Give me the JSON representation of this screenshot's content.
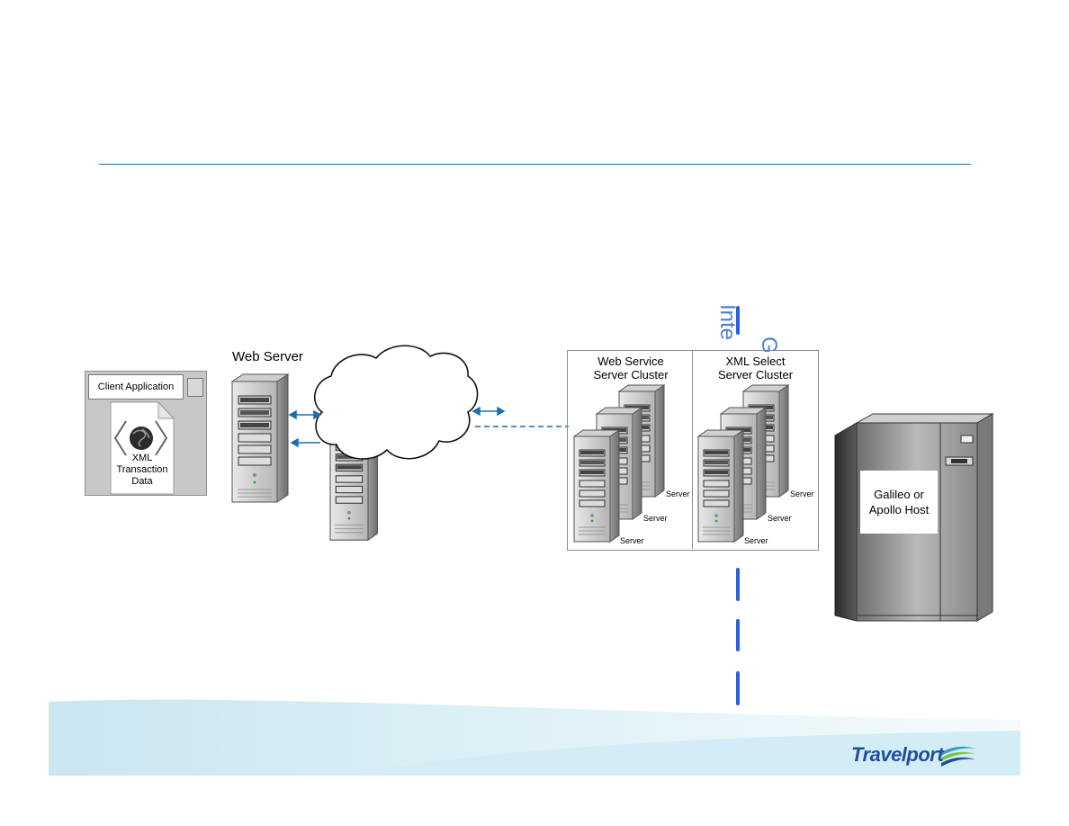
{
  "client": {
    "title": "Client Application",
    "doc_lines": [
      "XML",
      "Transaction",
      "Data"
    ]
  },
  "web_server": {
    "label": "Web Server"
  },
  "clusters": {
    "web_service": {
      "lines": [
        "Web Service",
        "Server Cluster"
      ]
    },
    "xml_select": {
      "lines": [
        "XML Select",
        "Server Cluster"
      ]
    },
    "server_label": "Server"
  },
  "host": {
    "lines": [
      "Galileo or",
      "Apollo Host"
    ]
  },
  "rotated": {
    "part1": "Inte",
    "part2": "G"
  },
  "logo": {
    "text": "Travelport"
  },
  "colors": {
    "rule": "#1f6fb2",
    "arrow": "#1a6fb0",
    "dash_blue": "#2f5fd8",
    "logo": "#1f4f9a"
  }
}
